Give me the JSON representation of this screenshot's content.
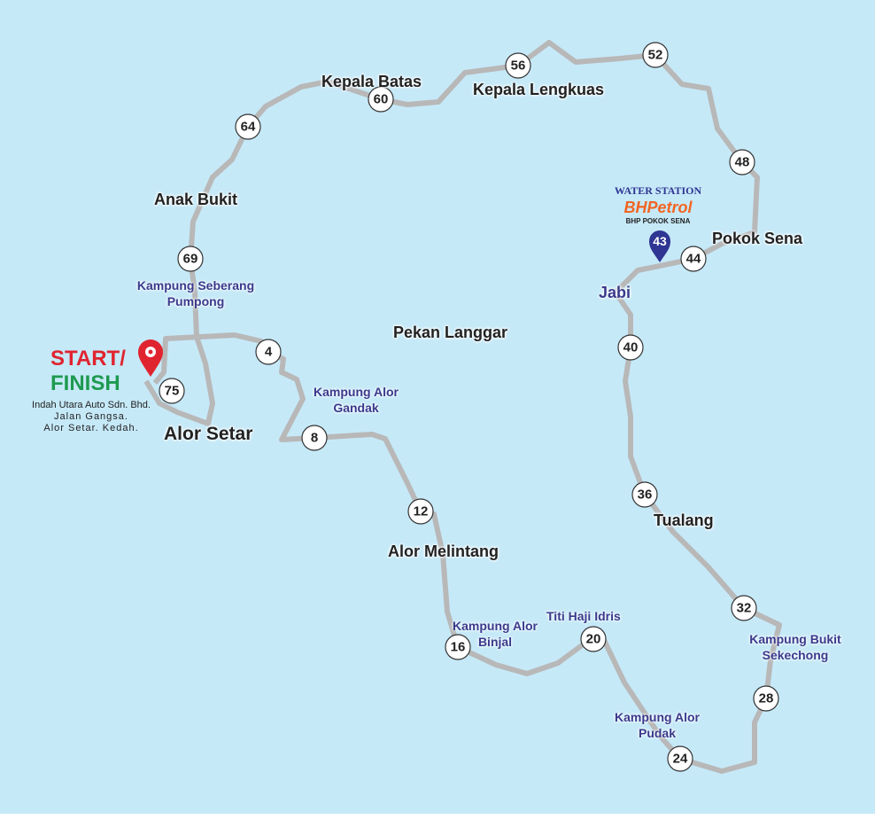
{
  "start": {
    "line1": "START/",
    "line2": "FINISH",
    "venue": "Indah Utara Auto Sdn. Bhd.",
    "address1": "Jalan Gangsa.",
    "address2": "Alor Setar. Kedah."
  },
  "water_station": {
    "title": "WATER STATION",
    "brand_logo": "BHPetrol",
    "name": "BHP POKOK SENA",
    "km": "43"
  },
  "places": {
    "kepala_batas": "Kepala Batas",
    "kepala_lengkuas": "Kepala Lengkuas",
    "anak_bukit": "Anak Bukit",
    "pokok_sena": "Pokok Sena",
    "jabi": "Jabi",
    "pekan_langgar": "Pekan Langgar",
    "alor_setar": "Alor Setar",
    "alor_melintang": "Alor Melintang",
    "tualang": "Tualang"
  },
  "villages": {
    "seberang_1": "Kampung Seberang",
    "seberang_2": "Pumpong",
    "gandak_1": "Kampung Alor",
    "gandak_2": "Gandak",
    "binjal_1": "Kampung Alor",
    "binjal_2": "Binjal",
    "titi": "Titi Haji Idris",
    "pudak_1": "Kampung Alor",
    "pudak_2": "Pudak",
    "sekechong_1": "Kampung Bukit",
    "sekechong_2": "Sekechong"
  },
  "markers": {
    "m4": "4",
    "m8": "8",
    "m12": "12",
    "m16": "16",
    "m20": "20",
    "m24": "24",
    "m28": "28",
    "m32": "32",
    "m36": "36",
    "m40": "40",
    "m44": "44",
    "m48": "48",
    "m52": "52",
    "m56": "56",
    "m60": "60",
    "m64": "64",
    "m69": "69",
    "m75": "75"
  },
  "colors": {
    "sea": "#c6e9f8",
    "route": "#b8b8b8",
    "start": "#e0242f",
    "finish": "#1e9a50",
    "water": "#2e3592",
    "bhp": "#f26522"
  }
}
